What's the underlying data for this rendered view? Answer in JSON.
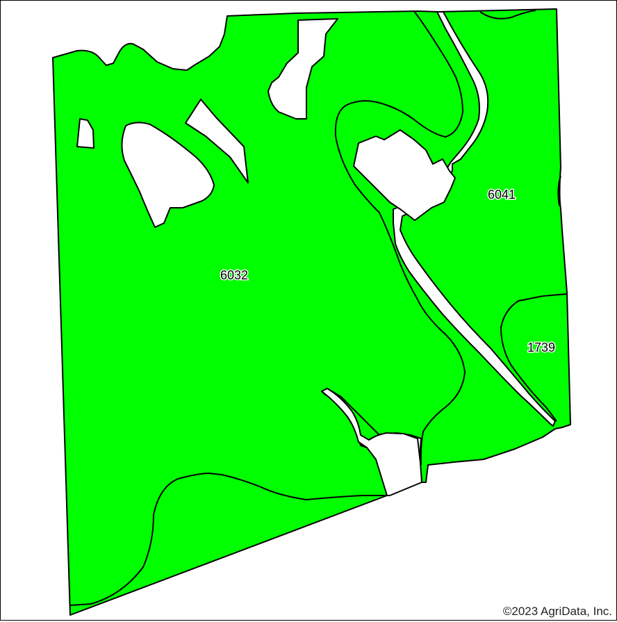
{
  "map": {
    "colors": {
      "field_fill": "#00ff00",
      "boundary_line": "#000000",
      "background": "#ffffff"
    },
    "soil_units": [
      {
        "id": "unit-6032",
        "label": "6032"
      },
      {
        "id": "unit-6041",
        "label": "6041"
      },
      {
        "id": "unit-1739",
        "label": "1739"
      }
    ],
    "copyright": "©2023 AgriData, Inc."
  }
}
